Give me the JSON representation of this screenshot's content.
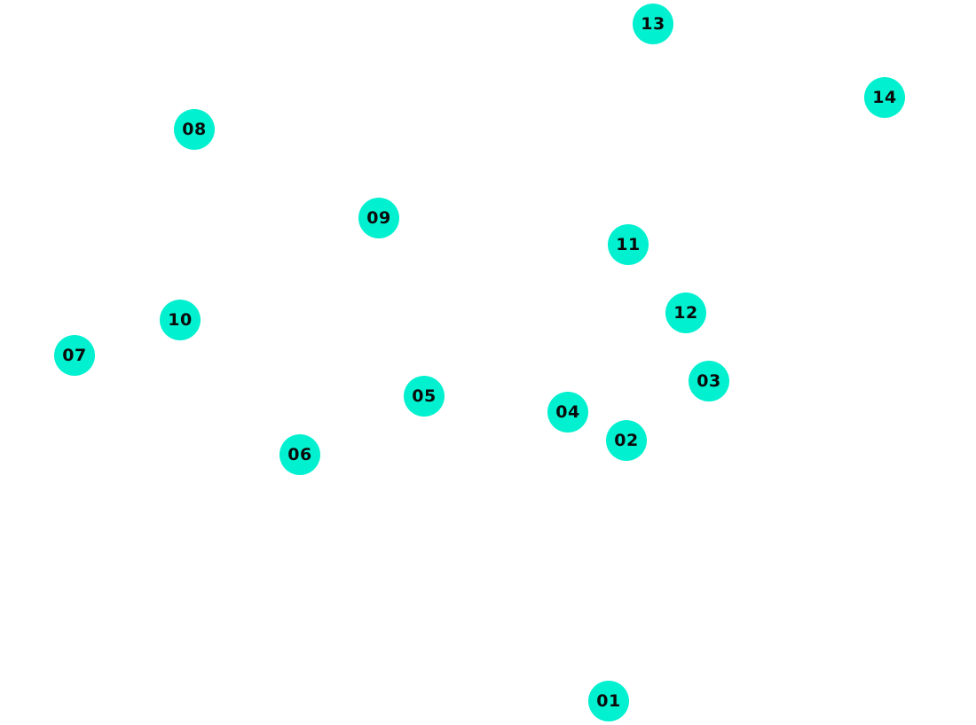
{
  "colors": {
    "background": "#ffffff",
    "marker_fill": "#00f0d0",
    "marker_text": "#0b0b0b"
  },
  "markers": [
    {
      "label": "01"
    },
    {
      "label": "02"
    },
    {
      "label": "03"
    },
    {
      "label": "04"
    },
    {
      "label": "05"
    },
    {
      "label": "06"
    },
    {
      "label": "07"
    },
    {
      "label": "08"
    },
    {
      "label": "09"
    },
    {
      "label": "10"
    },
    {
      "label": "11"
    },
    {
      "label": "12"
    },
    {
      "label": "13"
    },
    {
      "label": "14"
    }
  ]
}
